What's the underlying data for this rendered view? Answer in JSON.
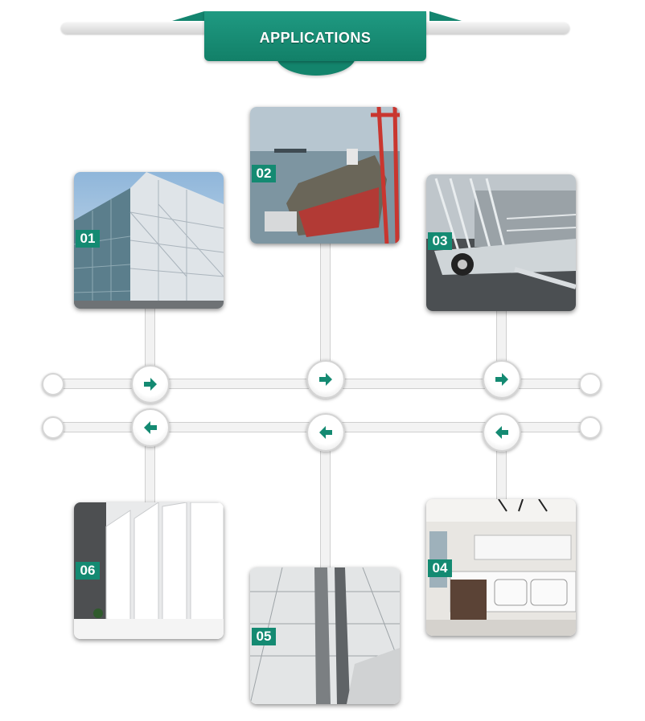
{
  "header": {
    "title": "APPLICATIONS"
  },
  "colors": {
    "accent": "#148a72",
    "line": "#f2f2f2"
  },
  "cards": [
    {
      "number": "01",
      "icon": "building-facade-photo"
    },
    {
      "number": "02",
      "icon": "cargo-ship-photo"
    },
    {
      "number": "03",
      "icon": "trailer-photo"
    },
    {
      "number": "04",
      "icon": "kitchen-cabinet-photo"
    },
    {
      "number": "05",
      "icon": "ceiling-panel-photo"
    },
    {
      "number": "06",
      "icon": "interior-wall-cladding-photo"
    }
  ],
  "nodes": [
    {
      "direction": "right",
      "icon": "arrow-right-icon"
    },
    {
      "direction": "left",
      "icon": "arrow-left-icon"
    }
  ]
}
